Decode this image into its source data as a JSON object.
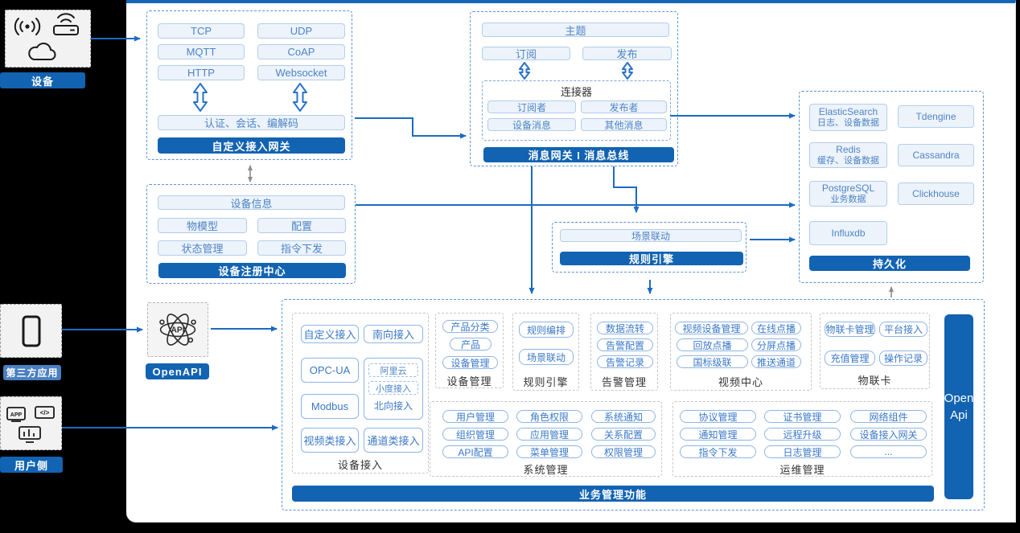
{
  "left_rail": {
    "device_label": "设备",
    "third_party_label": "第三方应用",
    "user_side_label": "用户侧"
  },
  "custom_gateway": {
    "protocols": [
      "TCP",
      "UDP",
      "MQTT",
      "CoAP",
      "HTTP",
      "Websocket"
    ],
    "auth": "认证、会话、编解码",
    "title": "自定义接入网关"
  },
  "message_bus": {
    "topic": "主题",
    "subscribe": "订阅",
    "publish": "发布",
    "connector_title": "连接器",
    "connector_items": [
      "订阅者",
      "发布者",
      "设备消息",
      "其他消息"
    ],
    "title": "消息网关 I 消息总线"
  },
  "device_registry": {
    "info": "设备信息",
    "items": [
      "物模型",
      "配置",
      "状态管理",
      "指令下发"
    ],
    "title": "设备注册中心"
  },
  "rule_engine_block": {
    "scene": "场景联动",
    "title": "规则引擎"
  },
  "persistence": {
    "stores": [
      {
        "name": "ElasticSearch",
        "desc": "日志、设备数据"
      },
      {
        "name": "Tdengine",
        "desc": ""
      },
      {
        "name": "Redis",
        "desc": "缓存、设备数据"
      },
      {
        "name": "Cassandra",
        "desc": ""
      },
      {
        "name": "PostgreSQL",
        "desc": "业务数据"
      },
      {
        "name": "Clickhouse",
        "desc": ""
      },
      {
        "name": "Influxdb",
        "desc": ""
      }
    ],
    "title": "持久化"
  },
  "openapi": {
    "label": "OpenAPI"
  },
  "business": {
    "title": "业务管理功能",
    "open_api": {
      "line1": "Open",
      "line2": "Api"
    },
    "device_access": {
      "label": "设备接入",
      "items": [
        "自定义接入",
        "南向接入",
        "OPC-UA",
        "Modbus",
        "视频类接入",
        "通道类接入"
      ],
      "north_label": "北向接入",
      "north_subs": [
        "阿里云",
        "小度接入"
      ]
    },
    "device_mgmt": {
      "label": "设备管理",
      "items": [
        "产品分类",
        "产品",
        "设备管理"
      ]
    },
    "rule_engine": {
      "label": "规则引擎",
      "items": [
        "规则编排",
        "场景联动"
      ]
    },
    "alarm": {
      "label": "告警管理",
      "items": [
        "数据流转",
        "告警配置",
        "告警记录"
      ]
    },
    "video": {
      "label": "视频中心",
      "items": [
        "视频设备管理",
        "在线点播",
        "回放点播",
        "分屏点播",
        "国标级联",
        "推送通道"
      ]
    },
    "iot_card": {
      "label": "物联卡",
      "items": [
        "物联卡管理",
        "平台接入",
        "充值管理",
        "操作记录"
      ]
    },
    "system": {
      "label": "系统管理",
      "items": [
        "用户管理",
        "角色权限",
        "系统通知",
        "组织管理",
        "应用管理",
        "关系配置",
        "API配置",
        "菜单管理",
        "权限管理"
      ]
    },
    "ops": {
      "label": "运维管理",
      "items": [
        "协议管理",
        "证书管理",
        "网络组件",
        "通知管理",
        "远程升级",
        "设备接入网关",
        "指令下发",
        "日志管理",
        "..."
      ]
    }
  },
  "colors": {
    "primary_bar": "#1263B2",
    "arrow": "#1C6BC2",
    "light_box_bg": "#EDF3FA",
    "light_box_border": "#B3CDEC",
    "white_box_border": "#8FB5E3",
    "box_text": "#3A78C8",
    "dashed_blue": "#5B93D9",
    "dashed_gray": "#C6C6C6"
  }
}
